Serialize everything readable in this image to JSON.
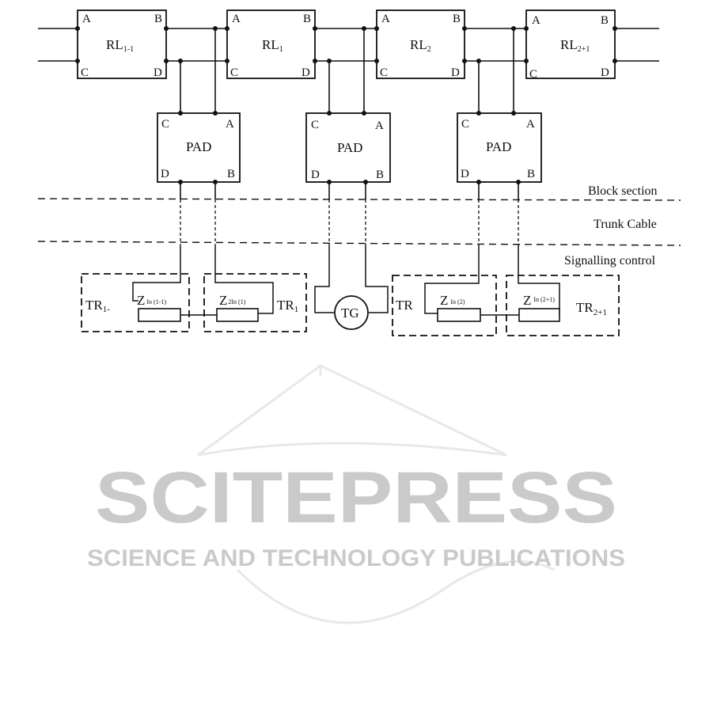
{
  "relays": [
    {
      "id": "rl-1-1",
      "base": "RL",
      "sub": "1-1"
    },
    {
      "id": "rl-1",
      "base": "RL",
      "sub": "1"
    },
    {
      "id": "rl-2",
      "base": "RL",
      "sub": "2"
    },
    {
      "id": "rl-2-1",
      "base": "RL",
      "sub": "2+1"
    }
  ],
  "relay_pins": {
    "a": "A",
    "b": "B",
    "c": "C",
    "d": "D"
  },
  "pads": [
    {
      "label": "PAD",
      "pins": {
        "c": "C",
        "a": "A",
        "d": "D",
        "b": "B"
      }
    },
    {
      "label": "PAD",
      "pins": {
        "c": "C",
        "a": "A",
        "d": "D",
        "b": "B"
      }
    },
    {
      "label": "PAD",
      "pins": {
        "c": "C",
        "a": "A",
        "d": "D",
        "b": "B"
      }
    }
  ],
  "zones": {
    "block_section": "Block section",
    "trunk_cable": "Trunk Cable",
    "signalling_control": "Signalling control"
  },
  "track_receivers": {
    "tr_1_1": {
      "base": "TR",
      "sub": "1-"
    },
    "tr_1": {
      "base": "TR",
      "sub": "1"
    },
    "tr_2": {
      "base": "TR",
      "sub": ""
    },
    "tr_2_1": {
      "base": "TR",
      "sub": "2+1"
    }
  },
  "impedances": {
    "z_1_1": {
      "base": "Z",
      "sub": "In (1-1)"
    },
    "z_1": {
      "base": "Z",
      "sub": "2In (1)"
    },
    "z_2": {
      "base": "Z",
      "sub": "In (2)"
    },
    "z_2_1": {
      "base": "Z",
      "sub": "In (2+1)"
    }
  },
  "generator": "TG",
  "watermark": {
    "title": "SCITEPRESS",
    "subtitle": "SCIENCE AND TECHNOLOGY PUBLICATIONS"
  }
}
